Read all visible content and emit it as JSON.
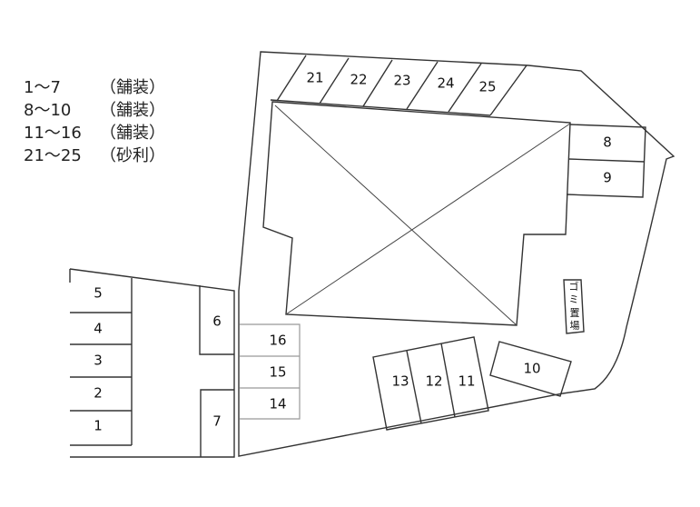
{
  "legend": [
    {
      "range": "1〜7",
      "surface": "（舗装）"
    },
    {
      "range": "8〜10",
      "surface": "（舗装）"
    },
    {
      "range": "11〜16",
      "surface": "（舗装）"
    },
    {
      "range": "21〜25",
      "surface": "（砂利）"
    }
  ],
  "lots": {
    "l1": "1",
    "l2": "2",
    "l3": "3",
    "l4": "4",
    "l5": "5",
    "l6": "6",
    "l7": "7",
    "l8": "8",
    "l9": "9",
    "l10": "10",
    "l11": "11",
    "l12": "12",
    "l13": "13",
    "l14": "14",
    "l15": "15",
    "l16": "16",
    "l21": "21",
    "l22": "22",
    "l23": "23",
    "l24": "24",
    "l25": "25"
  },
  "trash_area": {
    "chars": [
      "ゴ",
      "ミ",
      "置",
      "場"
    ]
  }
}
